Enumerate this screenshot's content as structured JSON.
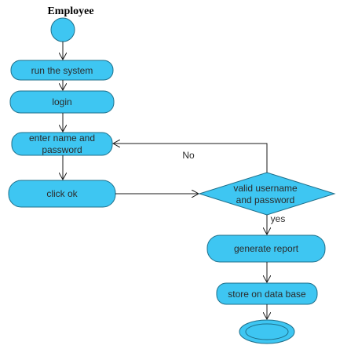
{
  "diagram": {
    "title": "Employee",
    "colors": {
      "fill": "#3ec6f2",
      "stroke": "#1e6f8a",
      "line": "#1a1a1a",
      "text": "#2b2b2b"
    },
    "nodes": {
      "run_system": "run the system",
      "login": "login",
      "enter_name_line1": "enter name and",
      "enter_name_line2": "password",
      "click_ok": "click ok",
      "decision_line1": "valid username",
      "decision_line2": "and password",
      "generate_report": "generate report",
      "store_db": "store on data base"
    },
    "edges": {
      "no_label": "No",
      "yes_label": "yes"
    }
  }
}
